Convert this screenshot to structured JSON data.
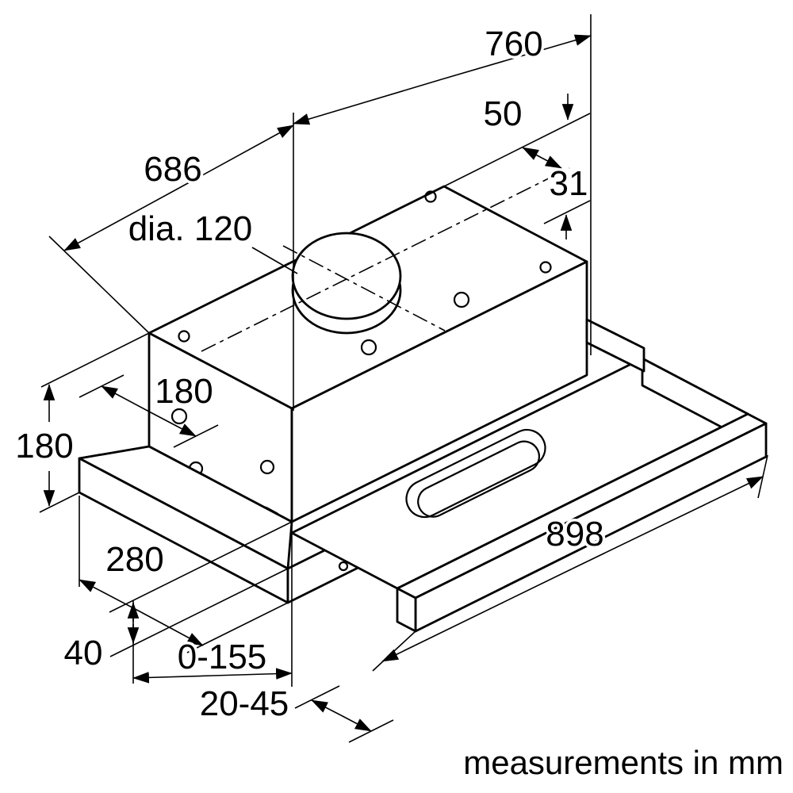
{
  "drawing": {
    "labels": {
      "d760": "760",
      "d50": "50",
      "d31": "31",
      "d686": "686",
      "dia120": "dia. 120",
      "d180_depth": "180",
      "d180_height": "180",
      "d280": "280",
      "d898": "898",
      "d40": "40",
      "d0_155": "0-155",
      "d20_45": "20-45"
    },
    "note": "measurements in mm",
    "colors": {
      "line": "#000000",
      "background": "#ffffff"
    }
  }
}
